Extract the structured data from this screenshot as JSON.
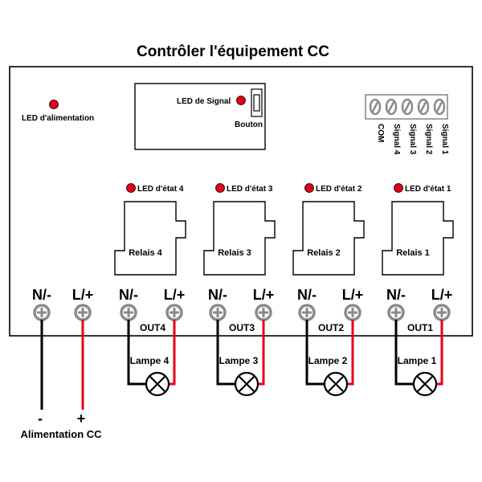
{
  "title": "Contrôler l'équipement CC",
  "power_led_label": "LED d'alimentation",
  "signal_led_label": "LED de Signal",
  "button_label": "Bouton",
  "terminal_block": {
    "labels": [
      "COM",
      "Signal 4",
      "Signal 3",
      "Signal 2",
      "Signal 1"
    ]
  },
  "power_terminals": {
    "neg": "N/-",
    "pos": "L/+"
  },
  "relays": [
    {
      "led_label": "LED d'état 4",
      "relay_label": "Relais 4",
      "neg": "N/-",
      "pos": "L/+",
      "out": "OUT4",
      "lamp": "Lampe 4"
    },
    {
      "led_label": "LED d'état 3",
      "relay_label": "Relais 3",
      "neg": "N/-",
      "pos": "L/+",
      "out": "OUT3",
      "lamp": "Lampe 3"
    },
    {
      "led_label": "LED d'état 2",
      "relay_label": "Relais 2",
      "neg": "N/-",
      "pos": "L/+",
      "out": "OUT2",
      "lamp": "Lampe 2"
    },
    {
      "led_label": "LED d'état 1",
      "relay_label": "Relais 1",
      "neg": "N/-",
      "pos": "L/+",
      "out": "OUT1",
      "lamp": "Lampe 1"
    }
  ],
  "supply": {
    "neg_sign": "-",
    "pos_sign": "+",
    "label": "Alimentation CC"
  },
  "colors": {
    "led": "#e3001b",
    "wire_pos": "#e3001b",
    "wire_neg": "#000000",
    "terminal": "#8a8a8a"
  }
}
